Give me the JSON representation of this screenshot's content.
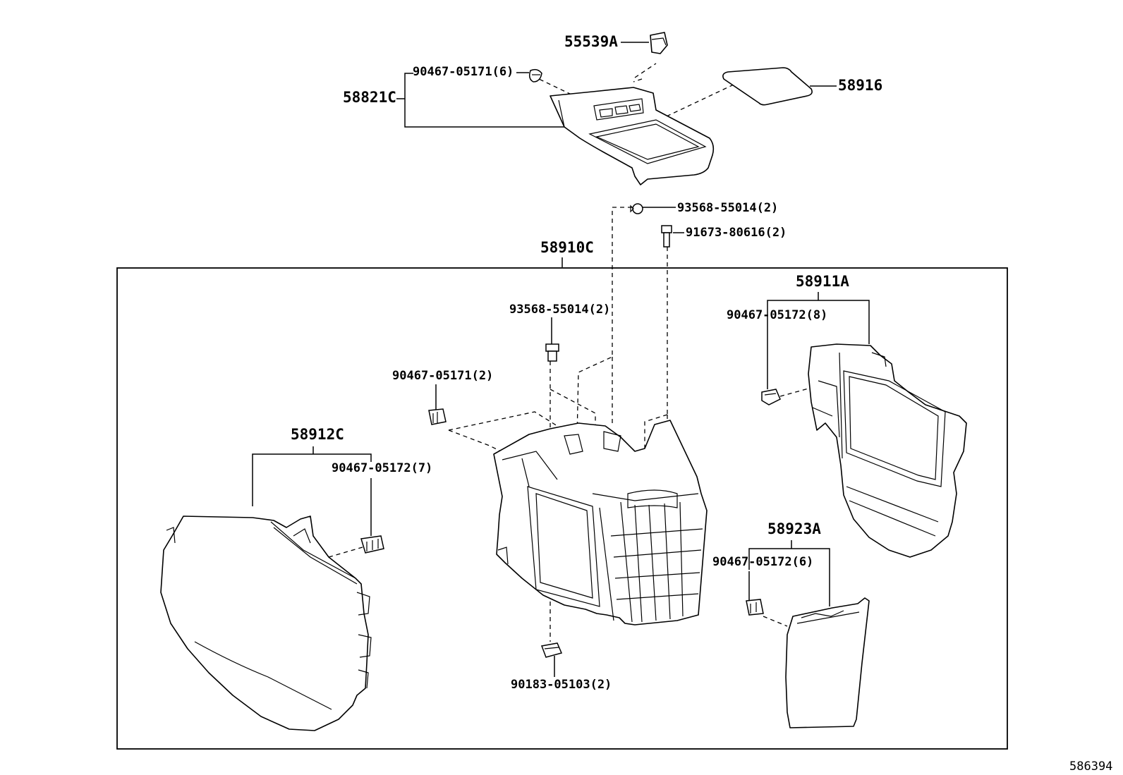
{
  "diagram": {
    "reference_number": "586394",
    "parts": {
      "p55539a": "55539A",
      "p58916": "58916",
      "p58821c": "58821C",
      "p90467_05171_6": "90467-05171(6)",
      "p93568_55014_top": "93568-55014(2)",
      "p91673_80616": "91673-80616(2)",
      "p58910c": "58910C",
      "p58911a": "58911A",
      "p90467_05172_8": "90467-05172(8)",
      "p93568_55014_mid": "93568-55014(2)",
      "p90467_05171_2": "90467-05171(2)",
      "p58912c": "58912C",
      "p90467_05172_7": "90467-05172(7)",
      "p58923a": "58923A",
      "p90467_05172_6": "90467-05172(6)",
      "p90183_05103": "90183-05103(2)"
    }
  }
}
